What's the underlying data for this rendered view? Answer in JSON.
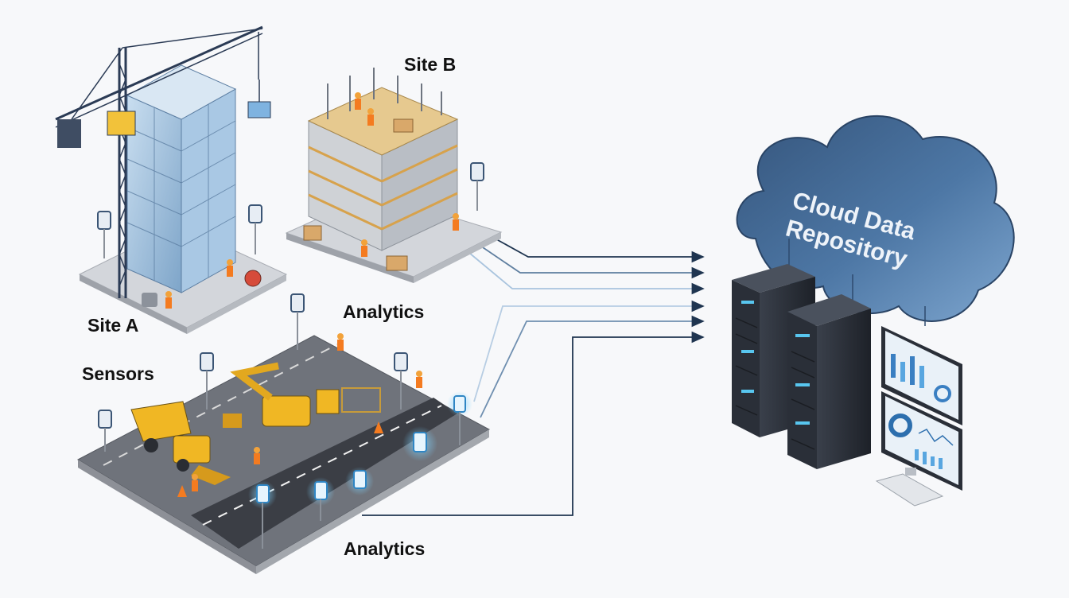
{
  "labels": {
    "site_a": "Site A",
    "site_b": "Site B",
    "sensors": "Sensors",
    "analytics_top": "Analytics",
    "analytics_bottom": "Analytics",
    "cloud_line1": "Cloud Data",
    "cloud_line2": "Repository"
  },
  "icons": {
    "crane": "crane-icon",
    "sensor": "sensor-icon",
    "server": "server-rack-icon",
    "cloud": "cloud-icon",
    "monitor": "monitor-icon",
    "excavator": "excavator-icon",
    "dump_truck": "dump-truck-icon",
    "loader": "loader-icon"
  },
  "colors": {
    "cloud_dark": "#2e4a6e",
    "cloud_light": "#6f98c4",
    "connector_dark": "#1f3550",
    "connector_light": "#a9c4de",
    "server": "#2a2f38",
    "server_led": "#58c6ef",
    "road": "#3b3e45",
    "pavement": "#8d9097",
    "glass": "#9ec2e2",
    "crane": "#2b3b55",
    "scaffold": "#d7a24c"
  }
}
